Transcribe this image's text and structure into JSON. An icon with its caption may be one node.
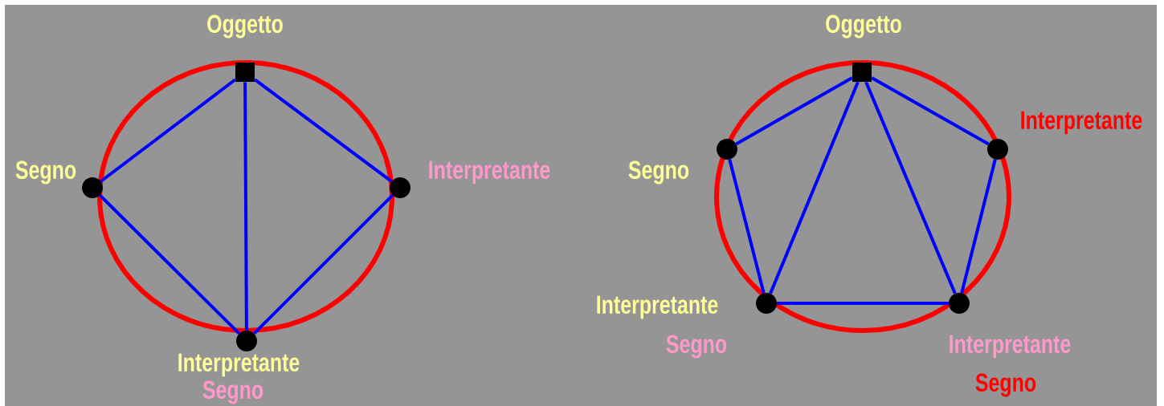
{
  "diagram": {
    "nodes": [
      {
        "text": [],
        "shape": "box",
        "beside": [
          "Oggetto"
        ]
      },
      {
        "text": [],
        "shape": "circle",
        "beside": [
          "Segno"
        ]
      },
      {
        "text": [],
        "shape": "circle",
        "beside": [
          "Interpretante"
        ]
      },
      {
        "text": [],
        "shape": "circle",
        "beside": [
          "Interpretante",
          "Segno"
        ]
      },
      {
        "text": [],
        "shape": "box",
        "beside": [
          "Oggetto"
        ]
      },
      {
        "text": [],
        "shape": "circle",
        "beside": [
          "Segno"
        ]
      },
      {
        "text": [],
        "shape": "circle",
        "beside": [
          "Interpretante"
        ]
      },
      {
        "text": [],
        "shape": "circle",
        "beside": [
          "Interpretante",
          "Segno"
        ]
      },
      {
        "text": [],
        "shape": "circle",
        "beside": [
          "Interpretante",
          "Segno"
        ]
      }
    ],
    "edges": [
      {
        "from": 0,
        "to": 1,
        "arrow": "none"
      },
      {
        "from": 0,
        "to": 2,
        "arrow": "none"
      },
      {
        "from": 0,
        "to": 3,
        "arrow": "none"
      },
      {
        "from": 1,
        "to": 3,
        "arrow": "none"
      },
      {
        "from": 2,
        "to": 3,
        "arrow": "none"
      },
      {
        "from": 4,
        "to": 5,
        "arrow": "none"
      },
      {
        "from": 4,
        "to": 6,
        "arrow": "none"
      },
      {
        "from": 4,
        "to": 7,
        "arrow": "none"
      },
      {
        "from": 4,
        "to": 8,
        "arrow": "none"
      },
      {
        "from": 5,
        "to": 7,
        "arrow": "none"
      },
      {
        "from": 6,
        "to": 8,
        "arrow": "none"
      },
      {
        "from": 7,
        "to": 8,
        "arrow": "none"
      }
    ]
  }
}
